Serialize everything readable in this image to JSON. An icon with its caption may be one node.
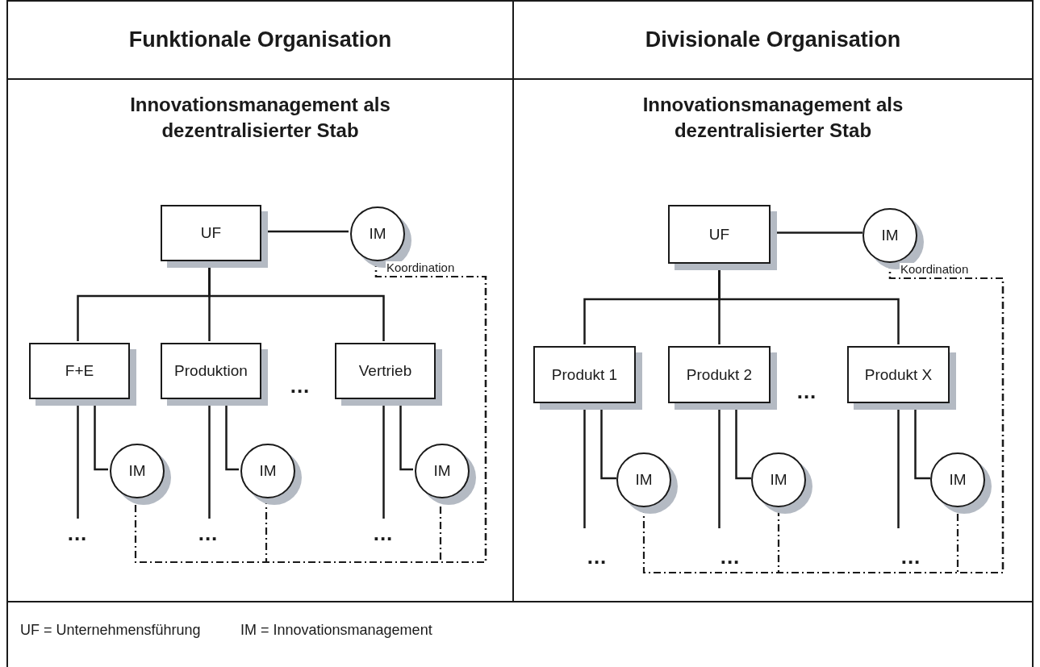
{
  "diagram": {
    "nodes": [
      {
        "text": [
          "Funktionale Organisation",
          "Innovationsmanagement als dezentralisierter Stab"
        ]
      },
      {
        "text": [
          "UF"
        ],
        "in": 0
      },
      {
        "text": [
          "IM"
        ],
        "in": 0
      },
      {
        "text": [
          "F+E"
        ],
        "in": 0
      },
      {
        "text": [
          "Produktion"
        ],
        "in": 0
      },
      {
        "text": [
          "Vertrieb"
        ],
        "in": 0
      },
      {
        "text": [
          "IM"
        ],
        "in": 0
      },
      {
        "text": [
          "IM"
        ],
        "in": 0
      },
      {
        "text": [
          "IM"
        ],
        "in": 0
      },
      {
        "text": [
          "Divisionale Organisation",
          "Innovationsmanagement als dezentralisierter Stab"
        ]
      },
      {
        "text": [
          "UF"
        ],
        "in": 9
      },
      {
        "text": [
          "IM"
        ],
        "in": 9
      },
      {
        "text": [
          "Produkt 1"
        ],
        "in": 9
      },
      {
        "text": [
          "Produkt 2"
        ],
        "in": 9
      },
      {
        "text": [
          "Produkt X"
        ],
        "in": 9
      },
      {
        "text": [
          "IM"
        ],
        "in": 9
      },
      {
        "text": [
          "IM"
        ],
        "in": 9
      },
      {
        "text": [
          "IM"
        ],
        "in": 9
      }
    ],
    "edges": [
      {
        "from": 1,
        "to": 2,
        "arrow": "none"
      },
      {
        "from": 1,
        "to": 3,
        "arrow": "none"
      },
      {
        "from": 1,
        "to": 4,
        "arrow": "none"
      },
      {
        "from": 1,
        "to": 5,
        "arrow": "none"
      },
      {
        "from": 3,
        "to": 6,
        "arrow": "none"
      },
      {
        "from": 4,
        "to": 7,
        "arrow": "none"
      },
      {
        "from": 5,
        "to": 8,
        "arrow": "none"
      },
      {
        "from": 3,
        "to": null,
        "arrow": "none"
      },
      {
        "from": 4,
        "to": null,
        "arrow": "none"
      },
      {
        "from": 5,
        "to": null,
        "arrow": "none"
      },
      {
        "from": 2,
        "to": 6,
        "arrow": "none",
        "style": "dashed",
        "label": "Koordination"
      },
      {
        "from": 2,
        "to": 7,
        "arrow": "none",
        "style": "dashed"
      },
      {
        "from": 2,
        "to": 8,
        "arrow": "none",
        "style": "dashed"
      },
      {
        "from": 10,
        "to": 11,
        "arrow": "none"
      },
      {
        "from": 10,
        "to": 12,
        "arrow": "none"
      },
      {
        "from": 10,
        "to": 13,
        "arrow": "none"
      },
      {
        "from": 10,
        "to": 14,
        "arrow": "none"
      },
      {
        "from": 12,
        "to": 15,
        "arrow": "none"
      },
      {
        "from": 13,
        "to": 16,
        "arrow": "none"
      },
      {
        "from": 14,
        "to": 17,
        "arrow": "none"
      },
      {
        "from": 12,
        "to": null,
        "arrow": "none"
      },
      {
        "from": 13,
        "to": null,
        "arrow": "none"
      },
      {
        "from": 14,
        "to": null,
        "arrow": "none"
      },
      {
        "from": 11,
        "to": 15,
        "arrow": "none",
        "style": "dashed",
        "label": "Koordination"
      },
      {
        "from": 11,
        "to": 16,
        "arrow": "none",
        "style": "dashed"
      },
      {
        "from": 11,
        "to": 17,
        "arrow": "none",
        "style": "dashed"
      }
    ],
    "labels": [
      "...",
      "...",
      "...",
      "...",
      "...",
      "...",
      "...",
      "...",
      "UF = Unternehmensführung",
      "IM = Innovationsmanagement"
    ]
  }
}
